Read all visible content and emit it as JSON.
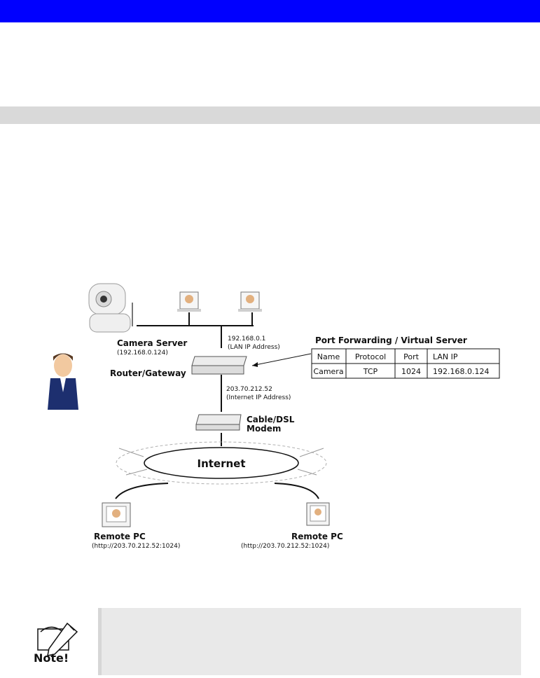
{
  "diagram": {
    "camera_server": {
      "name": "Camera Server",
      "ip": "(192.168.0.124)"
    },
    "lan": {
      "ip": "192.168.0.1",
      "label": "(LAN IP Address)"
    },
    "router": {
      "name": "Router/Gateway"
    },
    "wan": {
      "ip": "203.70.212.52",
      "label": "(Internet IP Address)"
    },
    "modem": {
      "line1": "Cable/DSL",
      "line2": "Modem"
    },
    "internet": {
      "label": "Internet"
    },
    "remote_pcs": [
      {
        "name": "Remote PC",
        "url": "(http://203.70.212.52:1024)"
      },
      {
        "name": "Remote PC",
        "url": "(http://203.70.212.52:1024)"
      }
    ],
    "port_forwarding": {
      "title": "Port Forwarding / Virtual Server",
      "headers": [
        "Name",
        "Protocol",
        "Port",
        "LAN IP"
      ],
      "row": [
        "Camera",
        "TCP",
        "1024",
        "192.168.0.124"
      ]
    }
  },
  "note": {
    "label": "Note!"
  },
  "colors": {
    "header_bar": "#0000ff",
    "section_bar": "#d9d9d9",
    "note_bg": "#e9e9e9"
  }
}
